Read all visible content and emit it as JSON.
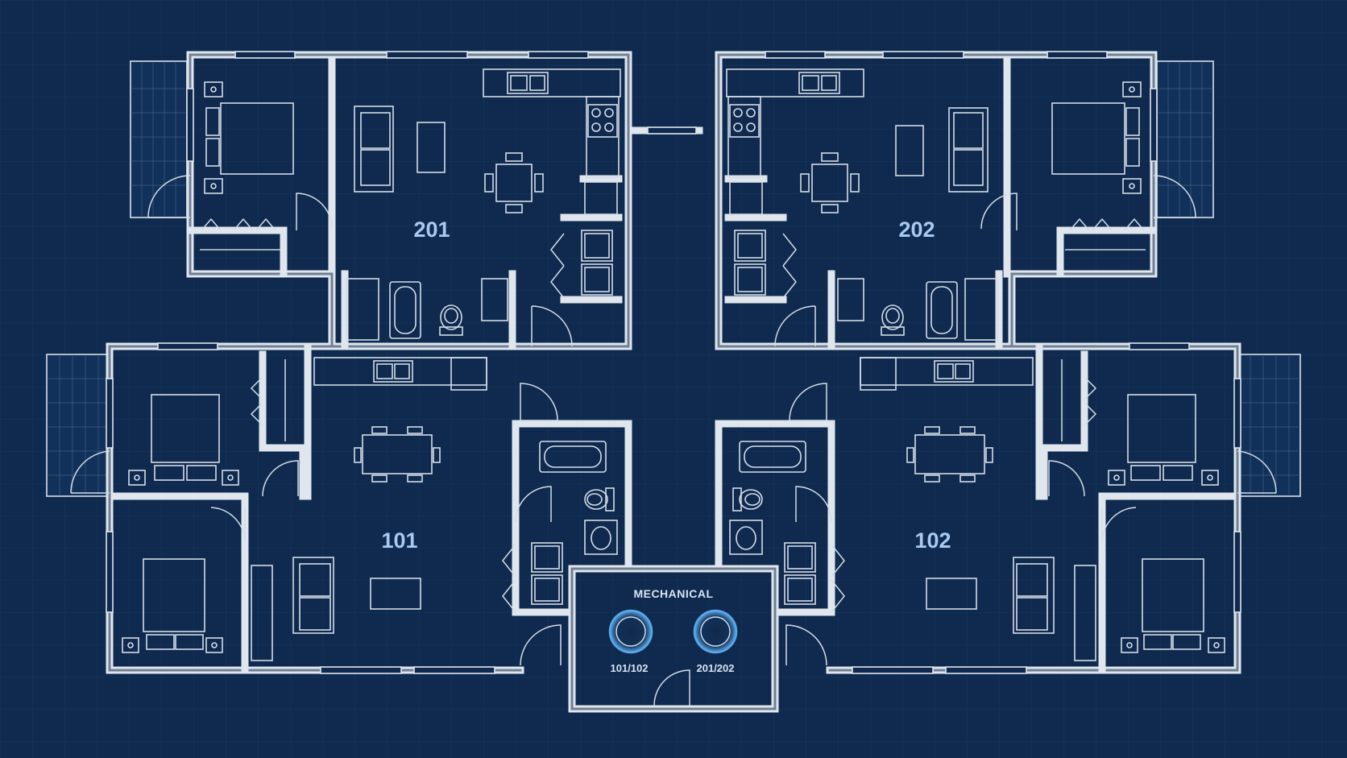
{
  "units": [
    {
      "id": "201",
      "label": "201"
    },
    {
      "id": "202",
      "label": "202"
    },
    {
      "id": "101",
      "label": "101"
    },
    {
      "id": "102",
      "label": "102"
    }
  ],
  "mechanical": {
    "title": "MECHANICAL",
    "heaters": [
      {
        "label": "101/102"
      },
      {
        "label": "201/202"
      }
    ]
  },
  "colors": {
    "background": "#0f2a4e",
    "walls": "#dfe6ee",
    "unit_labels": "#a9c9f2",
    "heater_glow": "#5aa8e8"
  },
  "icons": [
    "bed-icon",
    "sofa-icon",
    "dining-table-icon",
    "sink-icon",
    "stove-icon",
    "bathtub-icon",
    "toilet-icon",
    "washer-dryer-icon",
    "water-heater-icon",
    "door-swing-icon",
    "balcony-icon"
  ]
}
